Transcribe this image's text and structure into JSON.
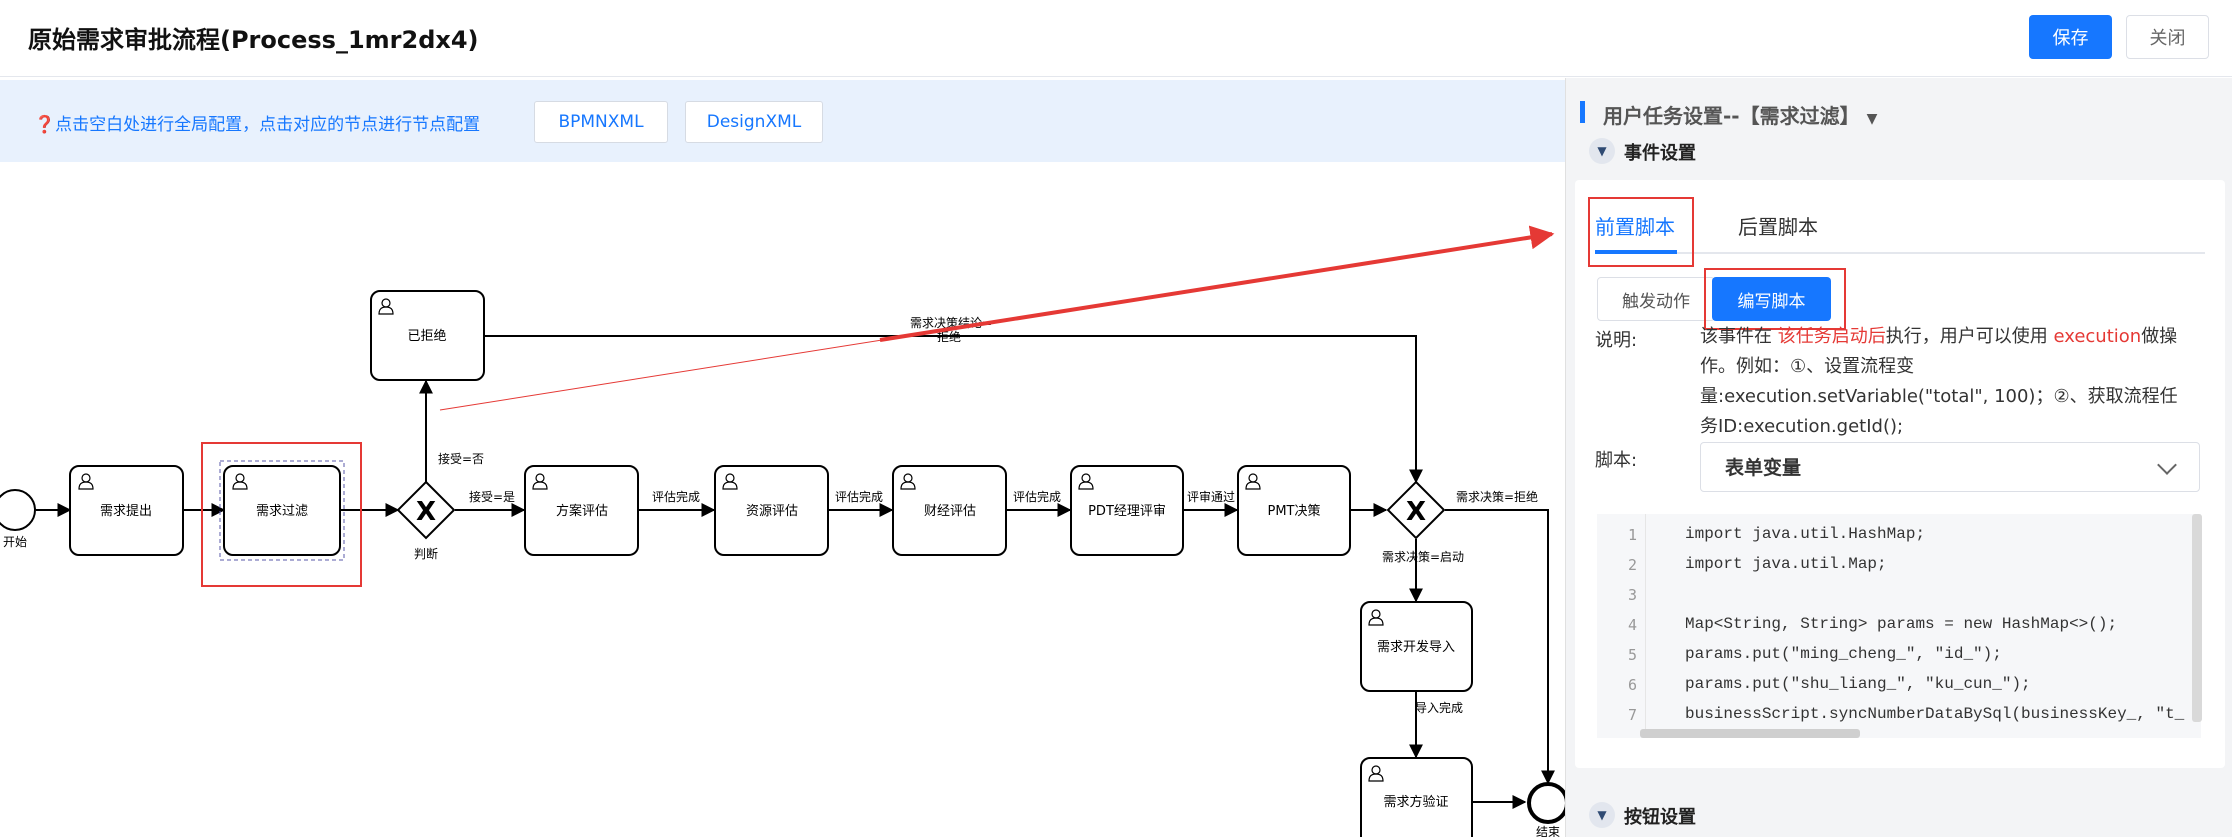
{
  "header": {
    "title": "原始需求审批流程(Process_1mr2dx4)",
    "save_label": "保存",
    "close_label": "关闭"
  },
  "canvas": {
    "hint": "❓点击空白处进行全局配置，点击对应的节点进行节点配置",
    "bpmn_button": "BPMNXML",
    "design_button": "DesignXML"
  },
  "diagram": {
    "nodes": {
      "start": "开始",
      "submit": "需求提出",
      "filter": "需求过滤",
      "judge": "判断",
      "rejected": "已拒绝",
      "plan": "方案评估",
      "resource": "资源评估",
      "finance": "财经评估",
      "pdt": "PDT经理评审",
      "pmt": "PMT决策",
      "dev_import": "需求开发导入",
      "verify": "需求方验证",
      "end": "结束"
    },
    "edges": {
      "accept_no": "接受=否",
      "accept_yes": "接受=是",
      "eval_done_1": "评估完成",
      "eval_done_2": "评估完成",
      "eval_done_3": "评估完成",
      "review_pass": "评审通过",
      "decision_reject_top_1": "需求决策结论=",
      "decision_reject_top_2": "拒绝",
      "decision_reject": "需求决策=拒绝",
      "decision_start": "需求决策=启动",
      "import_done": "导入完成"
    }
  },
  "panel": {
    "title": "用户任务设置--【需求过滤】",
    "event_section": "事件设置",
    "tabs": [
      "前置脚本",
      "后置脚本"
    ],
    "trigger_label": "触发动作",
    "edit_label": "编写脚本",
    "desc_label": "说明:",
    "desc_prefix": "该事件在",
    "desc_highlight": "该任务启动后",
    "desc_middle": "执行，用户可以使用",
    "desc_var": "execution",
    "desc_suffix": "做操作。例如：①、设置流程变量:execution.setVariable(\"total\", 100)；②、获取流程任务ID:execution.getId();",
    "script_label": "脚本:",
    "script_select": "表单变量",
    "code_lines": [
      "import java.util.HashMap;",
      "import java.util.Map;",
      "",
      "Map<String, String> params = new HashMap<>();",
      "params.put(\"ming_cheng_\", \"id_\");",
      "params.put(\"shu_liang_\", \"ku_cun_\");",
      "businessScript.syncNumberDataBySql(businessKey_, \"t_"
    ],
    "line_numbers": [
      "1",
      "2",
      "3",
      "4",
      "5",
      "6",
      "7"
    ],
    "button_section": "按钮设置"
  },
  "colors": {
    "primary": "#1677ff",
    "annotation_red": "#e53935",
    "hint_bg": "#e8f1fd"
  }
}
